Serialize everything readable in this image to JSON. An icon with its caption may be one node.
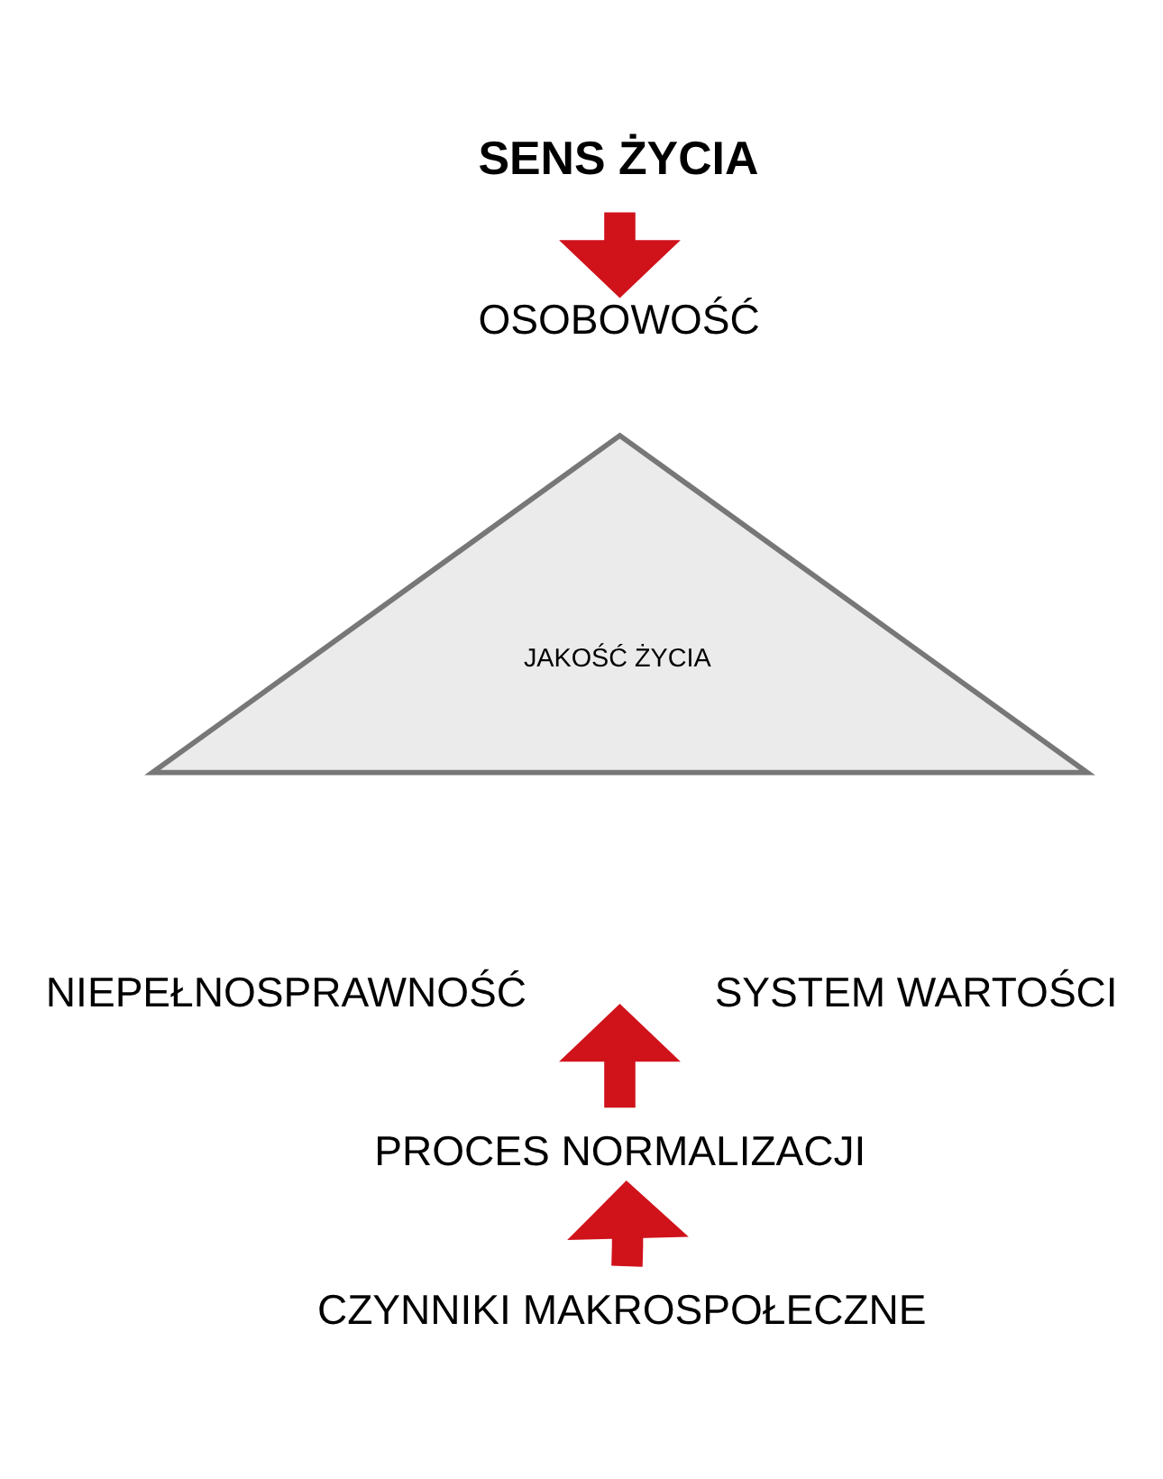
{
  "diagram": {
    "nodes": [
      {
        "text": [
          "SENS ŻYCIA"
        ]
      },
      {
        "text": [
          "OSOBOWOŚĆ"
        ]
      },
      {
        "text": [
          "JAKOŚĆ ŻYCIA"
        ]
      },
      {
        "text": [
          "NIEPEŁNOSPRAWNOŚĆ"
        ]
      },
      {
        "text": [
          "SYSTEM WARTOŚCI"
        ]
      },
      {
        "text": [
          "PROCES NORMALIZACJI"
        ]
      },
      {
        "text": [
          "CZYNNIKI MAKROSPOŁECZNE"
        ]
      }
    ],
    "edges": [
      {
        "from": 0,
        "to": 1,
        "arrow": "to"
      },
      {
        "from": 5,
        "to": null,
        "arrow": "to"
      },
      {
        "from": 6,
        "to": 5,
        "arrow": "to"
      }
    ]
  }
}
